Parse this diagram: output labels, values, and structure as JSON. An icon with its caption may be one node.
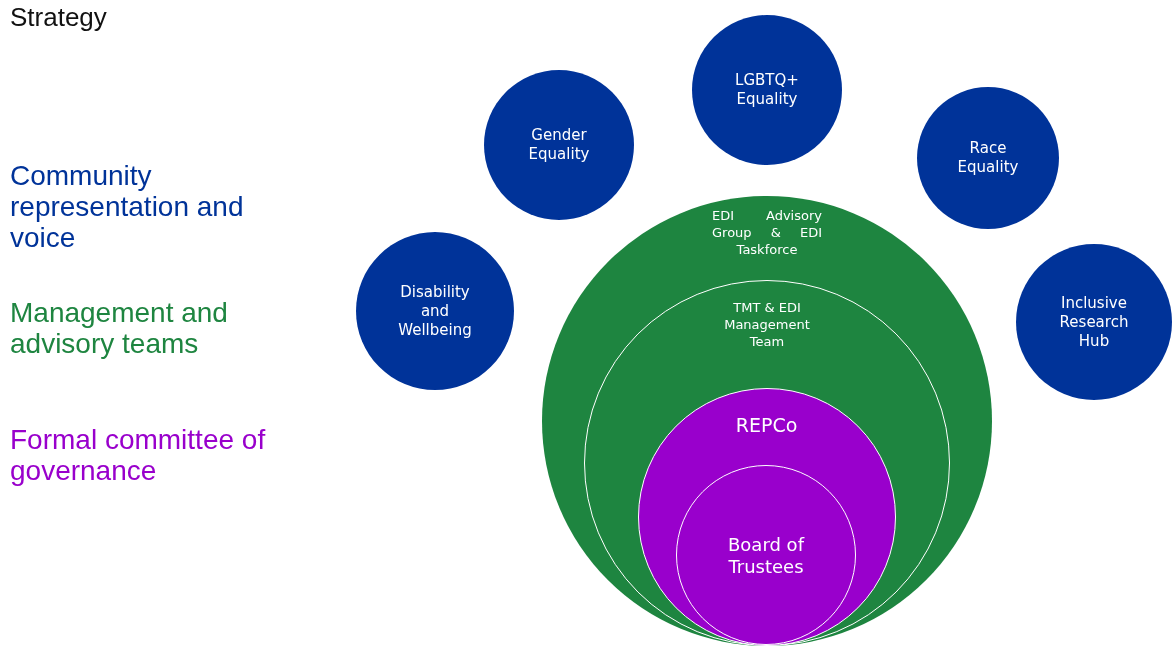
{
  "diagram": {
    "title": "Strategy",
    "nodes": [
      {
        "text": [
          "Disability and Wellbeing"
        ]
      },
      {
        "text": [
          "Gender Equality"
        ]
      },
      {
        "text": [
          "LGBTQ+ Equality"
        ]
      },
      {
        "text": [
          "Race Equality"
        ]
      },
      {
        "text": [
          "Inclusive Research Hub"
        ]
      },
      {
        "text": [
          "EDI Advisory Group & EDI Taskforce"
        ]
      },
      {
        "text": [
          "TMT & EDI Management Team"
        ],
        "in": 5
      },
      {
        "text": [
          "REPCo"
        ],
        "in": 6
      },
      {
        "text": [
          "Board of Trustees"
        ],
        "in": 7
      }
    ],
    "legend": [
      {
        "text": "Community representation and voice",
        "color": "#003399"
      },
      {
        "text": "Management and advisory teams",
        "color": "#1e8540"
      },
      {
        "text": "Formal committee of governance",
        "color": "#9900cc"
      }
    ]
  }
}
